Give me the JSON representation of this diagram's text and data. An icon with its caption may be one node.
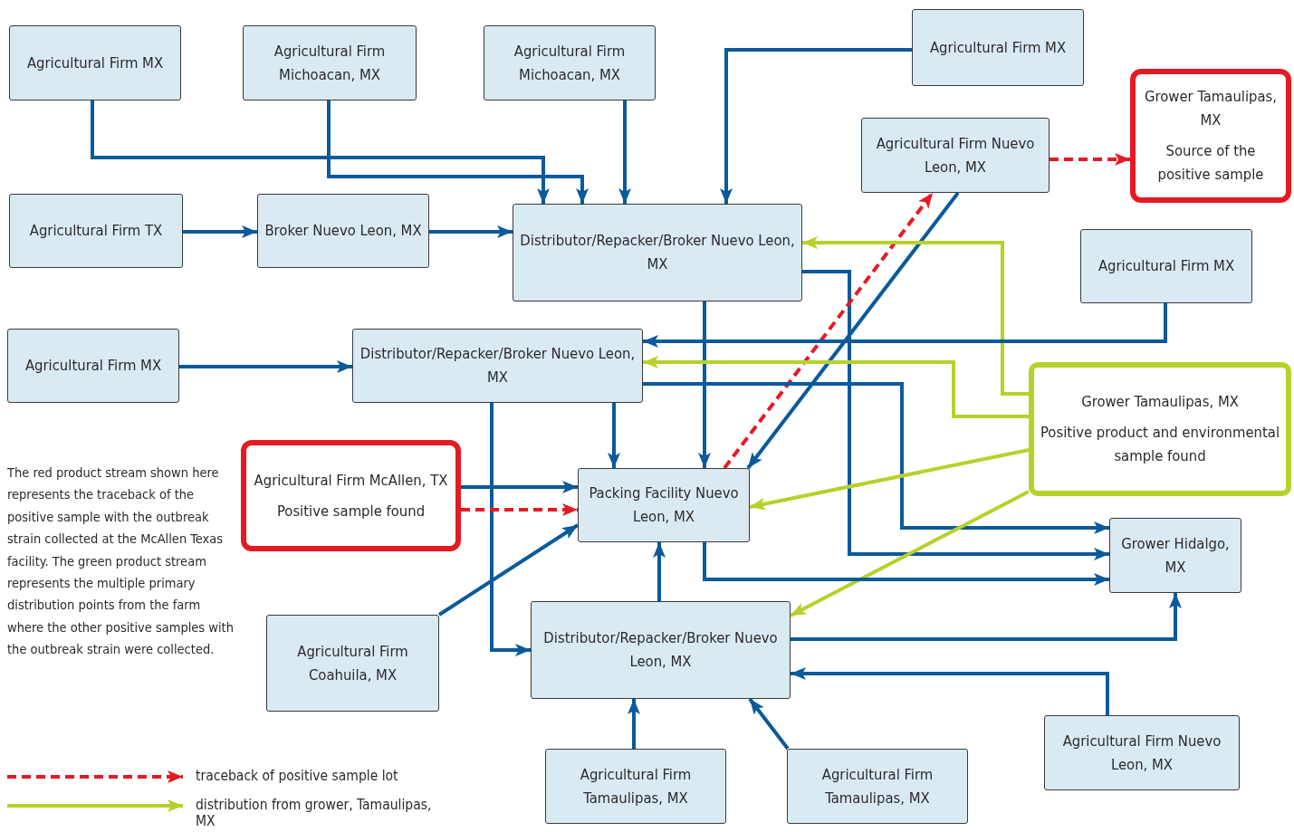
{
  "diagram": {
    "nodes": [
      {
        "text": [
          "Agricultural Firm MX"
        ]
      },
      {
        "text": [
          "Agricultural Firm Michoacan, MX"
        ]
      },
      {
        "text": [
          "Agricultural Firm Michoacan, MX"
        ]
      },
      {
        "text": [
          "Agricultural Firm MX"
        ]
      },
      {
        "text": [
          "Agricultural Firm TX"
        ]
      },
      {
        "text": [
          "Broker Nuevo Leon, MX"
        ]
      },
      {
        "text": [
          "Distributor/Repacker/Broker Nuevo Leon, MX"
        ]
      },
      {
        "text": [
          "Agricultural Firm Nuevo Leon, MX"
        ]
      },
      {
        "text": [
          "Grower Tamaulipas, MX",
          "Source of the positive sample"
        ]
      },
      {
        "text": [
          "Agricultural Firm MX"
        ]
      },
      {
        "text": [
          "Agricultural Firm MX"
        ]
      },
      {
        "text": [
          "Distributor/Repacker/Broker Nuevo Leon, MX"
        ]
      },
      {
        "text": [
          "Grower Tamaulipas, MX",
          "Positive product and environmental sample found"
        ]
      },
      {
        "text": [
          "Agricultural Firm McAllen, TX",
          "Positive sample found"
        ]
      },
      {
        "text": [
          "Packing Facility Nuevo Leon, MX"
        ]
      },
      {
        "text": [
          "Grower Hidalgo, MX"
        ]
      },
      {
        "text": [
          "Agricultural Firm Coahuila, MX"
        ]
      },
      {
        "text": [
          "Distributor/Repacker/Broker Nuevo Leon, MX"
        ]
      },
      {
        "text": [
          "Agricultural Firm Nuevo Leon, MX"
        ]
      },
      {
        "text": [
          "Agricultural Firm Tamaulipas, MX"
        ]
      },
      {
        "text": [
          "Agricultural Firm Tamaulipas, MX"
        ]
      }
    ],
    "edges": [
      {
        "from": 0,
        "to": 6,
        "arrow": "to"
      },
      {
        "from": 1,
        "to": 6,
        "arrow": "to"
      },
      {
        "from": 2,
        "to": 6,
        "arrow": "to"
      },
      {
        "from": 3,
        "to": 6,
        "arrow": "to"
      },
      {
        "from": 4,
        "to": 5,
        "arrow": "to"
      },
      {
        "from": 5,
        "to": 6,
        "arrow": "to"
      },
      {
        "from": 6,
        "to": 14,
        "arrow": "to"
      },
      {
        "from": 6,
        "to": 15,
        "arrow": "to"
      },
      {
        "from": 7,
        "to": 14,
        "arrow": "to"
      },
      {
        "from": 14,
        "to": 7,
        "arrow": "to",
        "style": "dashed",
        "color": "#e31b23"
      },
      {
        "from": 7,
        "to": 8,
        "arrow": "to",
        "style": "dashed",
        "color": "#e31b23"
      },
      {
        "from": 12,
        "to": 6,
        "arrow": "to",
        "color": "#b7d12b"
      },
      {
        "from": 9,
        "to": 11,
        "arrow": "to"
      },
      {
        "from": 10,
        "to": 11,
        "arrow": "to"
      },
      {
        "from": 12,
        "to": 11,
        "arrow": "to",
        "color": "#b7d12b"
      },
      {
        "from": 11,
        "to": 14,
        "arrow": "to"
      },
      {
        "from": 11,
        "to": 15,
        "arrow": "to"
      },
      {
        "from": 11,
        "to": 17,
        "arrow": "to"
      },
      {
        "from": 12,
        "to": 14,
        "arrow": "to",
        "color": "#b7d12b"
      },
      {
        "from": 12,
        "to": 17,
        "arrow": "to",
        "color": "#b7d12b"
      },
      {
        "from": 13,
        "to": 14,
        "arrow": "to"
      },
      {
        "from": 13,
        "to": 14,
        "arrow": "to",
        "style": "dashed",
        "color": "#e31b23"
      },
      {
        "from": 16,
        "to": 14,
        "arrow": "to"
      },
      {
        "from": 14,
        "to": 15,
        "arrow": "to"
      },
      {
        "from": 17,
        "to": 14,
        "arrow": "to"
      },
      {
        "from": 17,
        "to": 15,
        "arrow": "to"
      },
      {
        "from": 18,
        "to": 17,
        "arrow": "to"
      },
      {
        "from": 19,
        "to": 17,
        "arrow": "to"
      },
      {
        "from": 20,
        "to": 17,
        "arrow": "to"
      }
    ],
    "labels": [
      "The red product stream shown here represents the traceback of the positive sample with the outbreak strain collected at the McAllen Texas facility. The green product stream represents the multiple primary distribution points from the farm where the other positive samples with the outbreak strain were collected."
    ],
    "legend": [
      {
        "text": "traceback of positive sample lot"
      },
      {
        "text": "distribution from grower, Tamaulipas, MX"
      }
    ]
  }
}
